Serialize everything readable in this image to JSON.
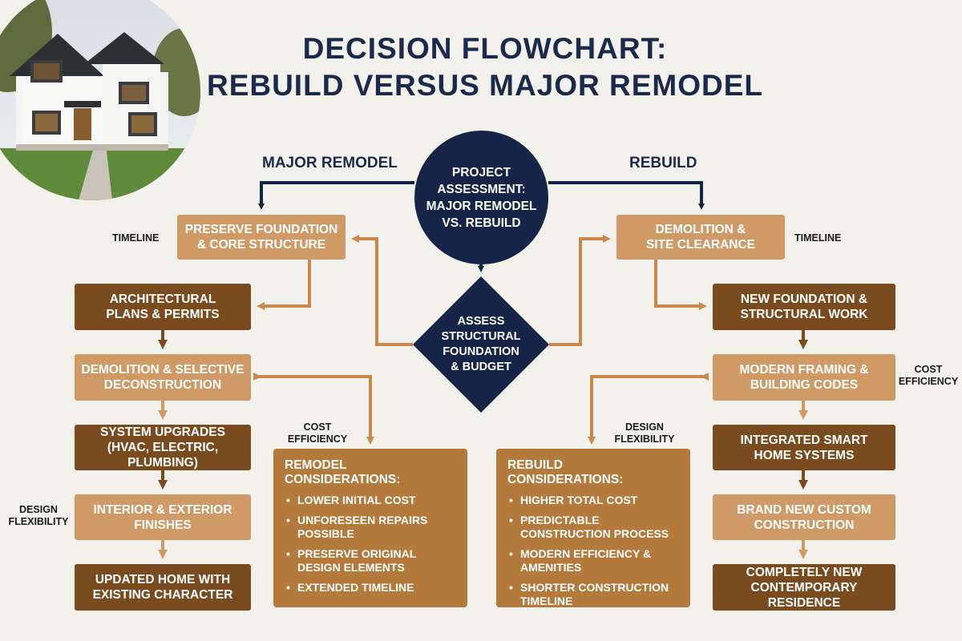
{
  "title": {
    "line1": "DECISION FLOWCHART:",
    "line2": "REBUILD VERSUS MAJOR REMODEL"
  },
  "start_node": "PROJECT\nASSESSMENT:\nMAJOR REMODEL\nVS. REBUILD",
  "decision_node": "ASSESS\nSTRUCTURAL\nFOUNDATION\n& BUDGET",
  "branches": {
    "left_label": "MAJOR REMODEL",
    "right_label": "REBUILD"
  },
  "remodel_steps": [
    "PRESERVE FOUNDATION\n& CORE STRUCTURE",
    "ARCHITECTURAL\nPLANS & PERMITS",
    "DEMOLITION & SELECTIVE\nDECONSTRUCTION",
    "SYSTEM UPGRADES\n(HVAC, ELECTRIC, PLUMBING)",
    "INTERIOR & EXTERIOR\nFINISHES",
    "UPDATED HOME WITH\nEXISTING CHARACTER"
  ],
  "rebuild_steps": [
    "DEMOLITION &\nSITE CLEARANCE",
    "NEW FOUNDATION &\nSTRUCTURAL WORK",
    "MODERN FRAMING &\nBUILDING CODES",
    "INTEGRATED SMART\nHOME SYSTEMS",
    "BRAND NEW CUSTOM\nCONSTRUCTION",
    "COMPLETELY NEW\nCONTEMPORARY RESIDENCE"
  ],
  "side_labels": {
    "left_timeline": "TIMELINE",
    "right_timeline": "TIMELINE",
    "left_design": "DESIGN\nFLEXIBILITY",
    "right_cost": "COST\nEFFICIENCY",
    "mid_cost": "COST\nEFFICIENCY",
    "mid_design": "DESIGN\nFLEXIBILITY"
  },
  "remodel_considerations": {
    "title": "REMODEL CONSIDERATIONS:",
    "items": [
      "LOWER INITIAL COST",
      "UNFORESEEN REPAIRS POSSIBLE",
      "PRESERVE ORIGINAL DESIGN ELEMENTS",
      "EXTENDED TIMELINE"
    ]
  },
  "rebuild_considerations": {
    "title": "REBUILD CONSIDERATIONS:",
    "items": [
      "HIGHER TOTAL COST",
      "PREDICTABLE CONSTRUCTION PROCESS",
      "MODERN EFFICIENCY & AMENITIES",
      "SHORTER CONSTRUCTION TIMELINE"
    ]
  },
  "colors": {
    "navy": "#162447",
    "light_box": "#d09a66",
    "dark_box": "#7a4b1f",
    "considerations_box": "#b37a3c",
    "connector": "#c8894a"
  },
  "photo": {
    "subject": "white-farmhouse-house-icon"
  }
}
